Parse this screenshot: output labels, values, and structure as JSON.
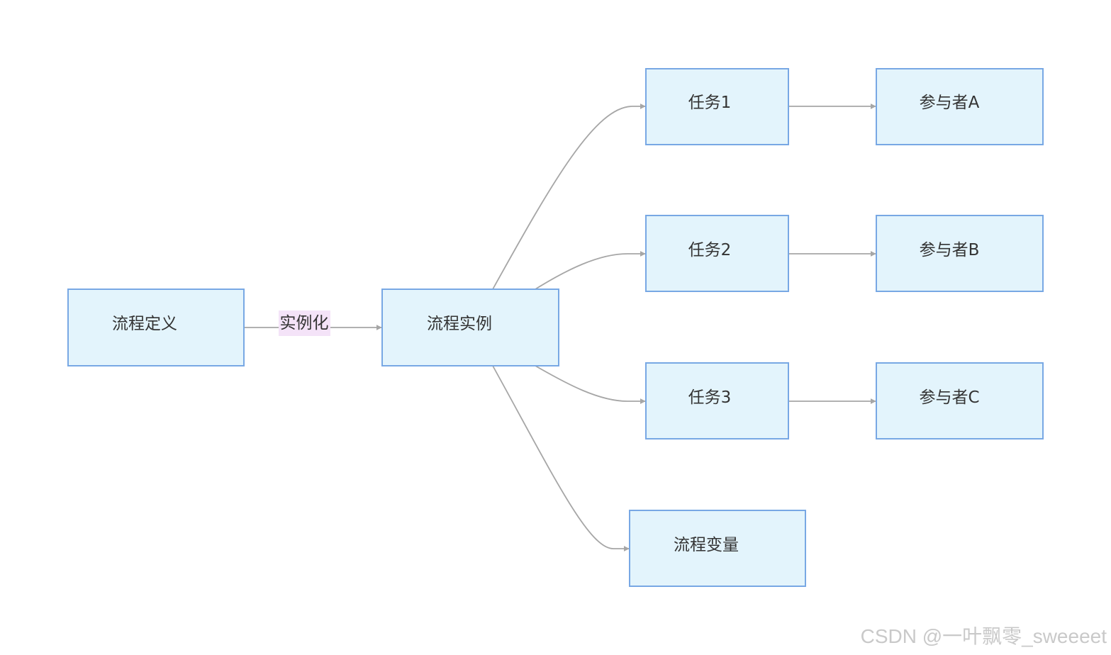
{
  "diagram": {
    "nodes": [
      {
        "id": "def",
        "label": "流程定义"
      },
      {
        "id": "inst",
        "label": "流程实例"
      },
      {
        "id": "task1",
        "label": "任务1"
      },
      {
        "id": "task2",
        "label": "任务2"
      },
      {
        "id": "task3",
        "label": "任务3"
      },
      {
        "id": "var",
        "label": "流程变量"
      },
      {
        "id": "pa",
        "label": "参与者A"
      },
      {
        "id": "pb",
        "label": "参与者B"
      },
      {
        "id": "pc",
        "label": "参与者C"
      }
    ],
    "edges": [
      {
        "from": "def",
        "to": "inst",
        "label": "实例化"
      },
      {
        "from": "inst",
        "to": "task1",
        "label": ""
      },
      {
        "from": "inst",
        "to": "task2",
        "label": ""
      },
      {
        "from": "inst",
        "to": "task3",
        "label": ""
      },
      {
        "from": "inst",
        "to": "var",
        "label": ""
      },
      {
        "from": "task1",
        "to": "pa",
        "label": ""
      },
      {
        "from": "task2",
        "to": "pb",
        "label": ""
      },
      {
        "from": "task3",
        "to": "pc",
        "label": ""
      }
    ]
  },
  "watermark": "CSDN @一叶飘零_sweeeet",
  "colors": {
    "node_fill": "#e3f4fc",
    "node_stroke": "#78a8e4",
    "edge": "#a6a6a6",
    "edge_label_bg": "#f4e3f8",
    "text": "#333333"
  }
}
